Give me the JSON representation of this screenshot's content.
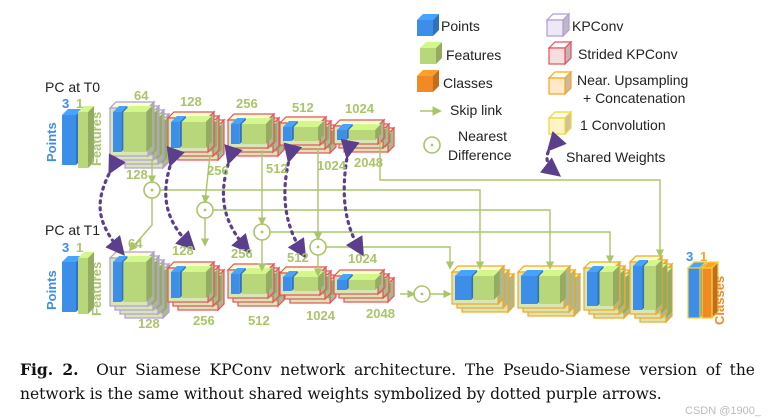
{
  "inputs": {
    "t0_label": "PC at T0",
    "t1_label": "PC at T1",
    "points_label": "Points",
    "features_label": "Features",
    "classes_label": "Classes",
    "points_dim": "3",
    "features_dim": "1",
    "output_points_dim": "3",
    "output_features_dim": "1"
  },
  "encoder": {
    "top_widths": [
      "64",
      "128",
      "256",
      "512",
      "1024"
    ],
    "top_bottom_labels": [
      "128",
      "256",
      "512",
      "1024",
      "2048"
    ],
    "bottom_widths": [
      "64",
      "128",
      "256",
      "512",
      "1024"
    ],
    "bottom_bottom_labels": [
      "128",
      "256",
      "512",
      "1024",
      "2048"
    ]
  },
  "legend": {
    "points": "Points",
    "features": "Features",
    "classes": "Classes",
    "skip_link": "Skip link",
    "nearest_difference_1": "Nearest",
    "nearest_difference_2": "Difference",
    "kpconv": "KPConv",
    "strided_kpconv": "Strided KPConv",
    "upsampling_1": "Near. Upsampling",
    "upsampling_2": "+ Concatenation",
    "conv1": "1 Convolution",
    "shared_weights": "Shared Weights"
  },
  "colors": {
    "points": "#3d8ee8",
    "features": "#b8d77a",
    "classes": "#f08a24",
    "kpconv": "#b39bd6",
    "strided": "#e8505a",
    "upsampling": "#f5a623",
    "conv1": "#f5d33a",
    "shared": "#5b3f8c",
    "skip": "#a9c56a"
  },
  "caption": {
    "fig_label": "Fig. 2.",
    "text": "Our Siamese KPConv network architecture. The Pseudo-Siamese version of the network is the same without shared weights symbolized by dotted purple arrows."
  },
  "watermark": "CSDN @1900_"
}
